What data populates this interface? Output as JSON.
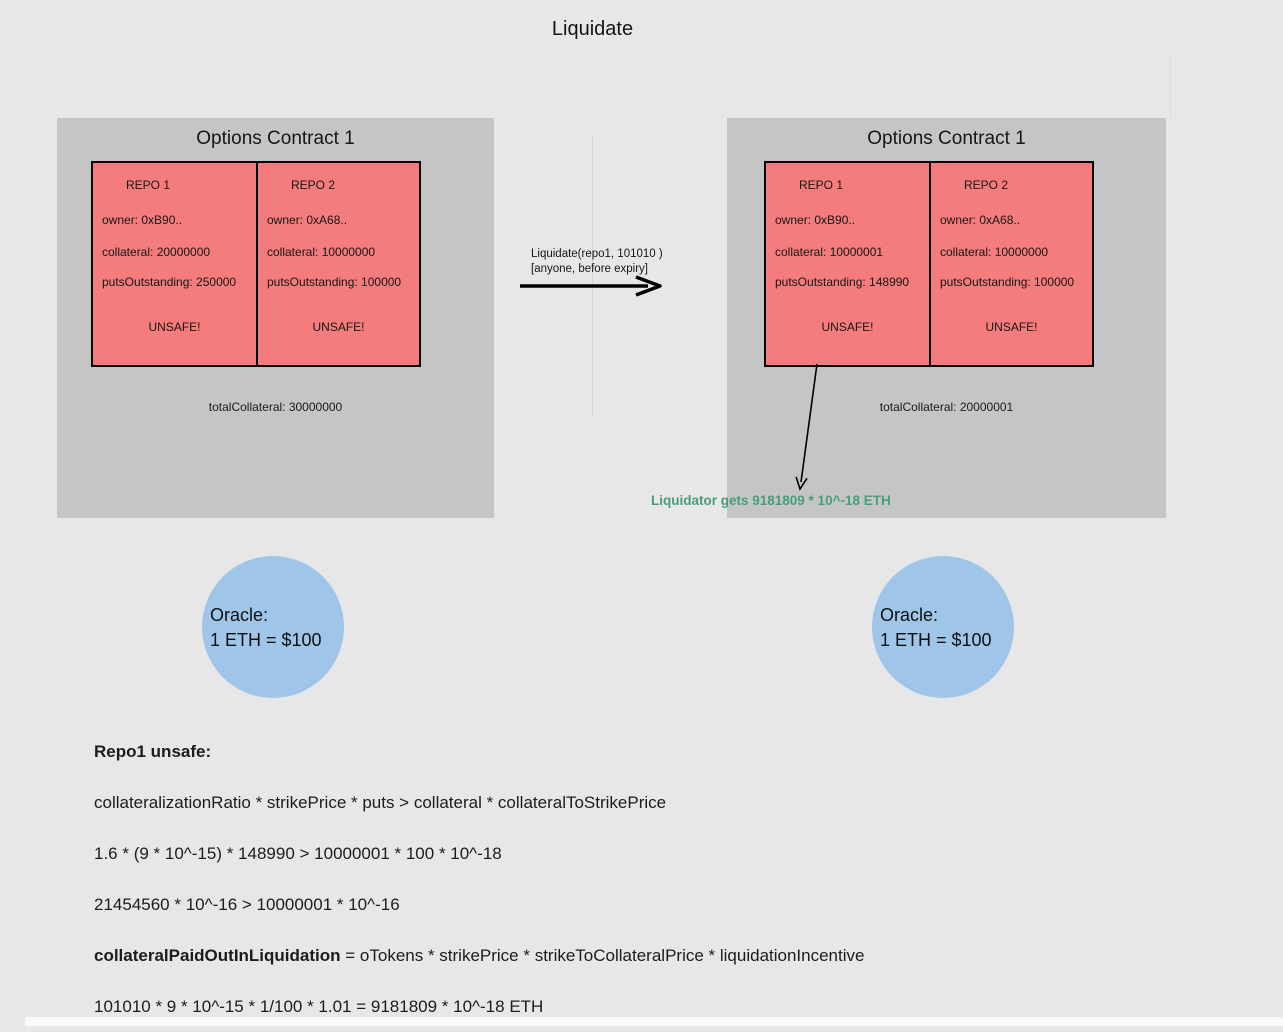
{
  "page": {
    "title": "Liquidate"
  },
  "colors": {
    "background": "#e7e7e7",
    "panel_gray": "#c5c5c5",
    "repo_red": "#f47c7c",
    "oracle_blue": "#9fc5e8",
    "liquidator_green": "#46a076",
    "border_black": "#000000"
  },
  "transition": {
    "call": "Liquidate(repo1, 101010 )",
    "condition": "[anyone, before expiry]"
  },
  "panels": {
    "left": {
      "title": "Options Contract 1",
      "repos": [
        {
          "title": "REPO 1",
          "owner": "owner: 0xB90..",
          "collateral": "collateral: 20000000",
          "puts": "putsOutstanding: 250000",
          "status": "UNSAFE!"
        },
        {
          "title": "REPO 2",
          "owner": "owner: 0xA68..",
          "collateral": "collateral: 10000000",
          "puts": "putsOutstanding: 100000",
          "status": "UNSAFE!"
        }
      ],
      "total": "totalCollateral: 30000000"
    },
    "right": {
      "title": "Options Contract 1",
      "repos": [
        {
          "title": "REPO 1",
          "owner": "owner: 0xB90..",
          "collateral": "collateral: 10000001",
          "puts": "putsOutstanding: 148990",
          "status": "UNSAFE!"
        },
        {
          "title": "REPO 2",
          "owner": "owner: 0xA68..",
          "collateral": "collateral: 10000000",
          "puts": "putsOutstanding: 100000",
          "status": "UNSAFE!"
        }
      ],
      "total": "totalCollateral: 20000001"
    }
  },
  "liquidator_note": "Liquidator gets 9181809 * 10^-18 ETH",
  "oracle": {
    "line1": "Oracle:",
    "line2": "1 ETH = $100"
  },
  "explanation": {
    "heading": "Repo1 unsafe:",
    "line1": "collateralizationRatio * strikePrice * puts > collateral * collateralToStrikePrice",
    "line2": "1.6 * (9 * 10^-15) * 148990 > 10000001 * 100 * 10^-18",
    "line3": "21454560 * 10^-16 > 10000001 * 10^-16",
    "formula_label": "collateralPaidOutInLiquidation",
    "formula_rest": " = oTokens * strikePrice * strikeToCollateralPrice * liquidationIncentive",
    "line4": "101010 * 9 * 10^-15 * 1/100 * 1.01 = 9181809 * 10^-18 ETH"
  }
}
